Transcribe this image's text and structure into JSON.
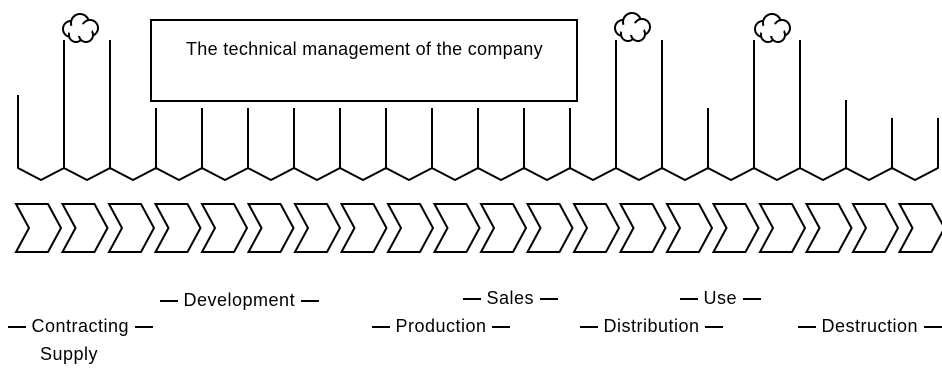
{
  "box": {
    "title": "The technical management of the company"
  },
  "stages": {
    "contracting": "Contracting",
    "supply": "Supply",
    "development": "Development",
    "production": "Production",
    "sales": "Sales",
    "distribution": "Distribution",
    "use": "Use",
    "destruction": "Destruction"
  },
  "colors": {
    "stroke": "#000000",
    "background": "#ffffff"
  }
}
